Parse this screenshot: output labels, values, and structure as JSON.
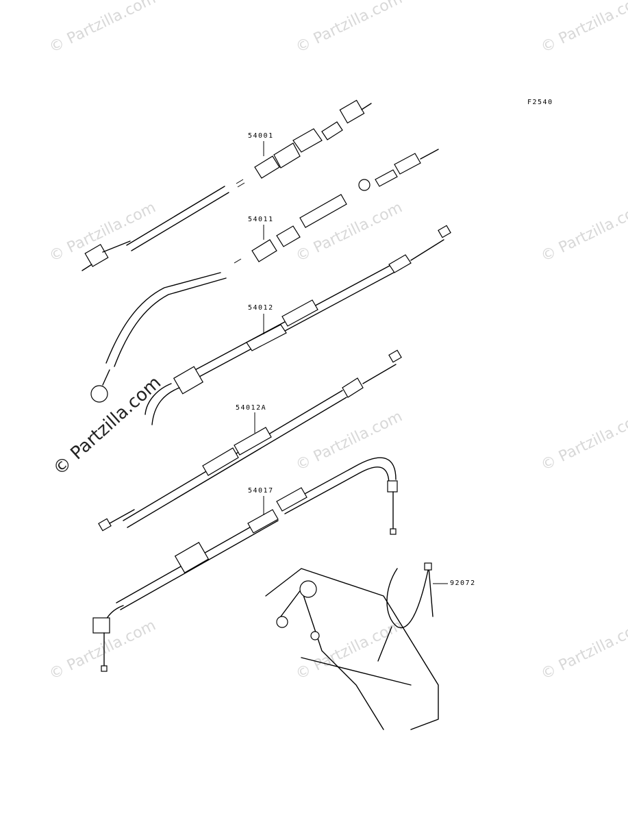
{
  "figure_code": "F2540",
  "watermark": {
    "text": "Partzilla.com",
    "symbol": "©"
  },
  "parts": {
    "speedo_cable": "54001",
    "tacho_cable": "54011",
    "throttle_cable": "54012",
    "throttle_cable_a": "54012A",
    "clutch_cable": "54017",
    "band": "92072"
  }
}
